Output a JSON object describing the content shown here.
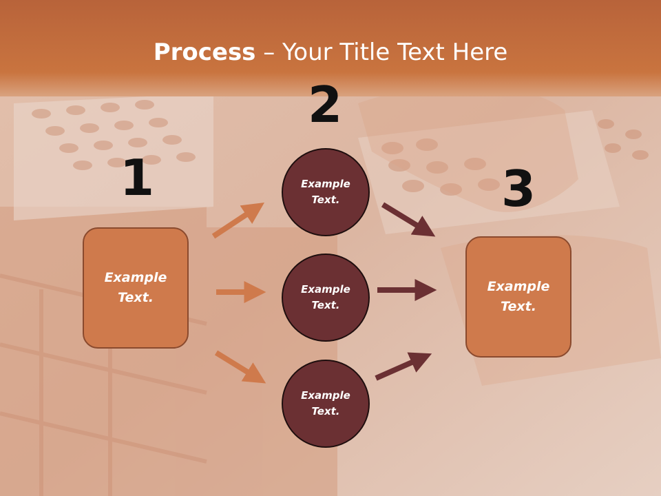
{
  "title": {
    "bold": "Process",
    "rest": " – Your Title Text Here"
  },
  "steps": {
    "one": {
      "number": "1",
      "label": "Example\nText."
    },
    "two": {
      "number": "2"
    },
    "three": {
      "number": "3",
      "label": "Example\nText."
    }
  },
  "circles": [
    {
      "label": "Example\nText."
    },
    {
      "label": "Example\nText."
    },
    {
      "label": "Example\nText."
    }
  ],
  "colors": {
    "box_fill": "#cf7a4c",
    "circle_fill": "#6b3033",
    "arrow_light": "#cf7a4c",
    "arrow_dark": "#6b3033",
    "header": "#c46a3c"
  }
}
